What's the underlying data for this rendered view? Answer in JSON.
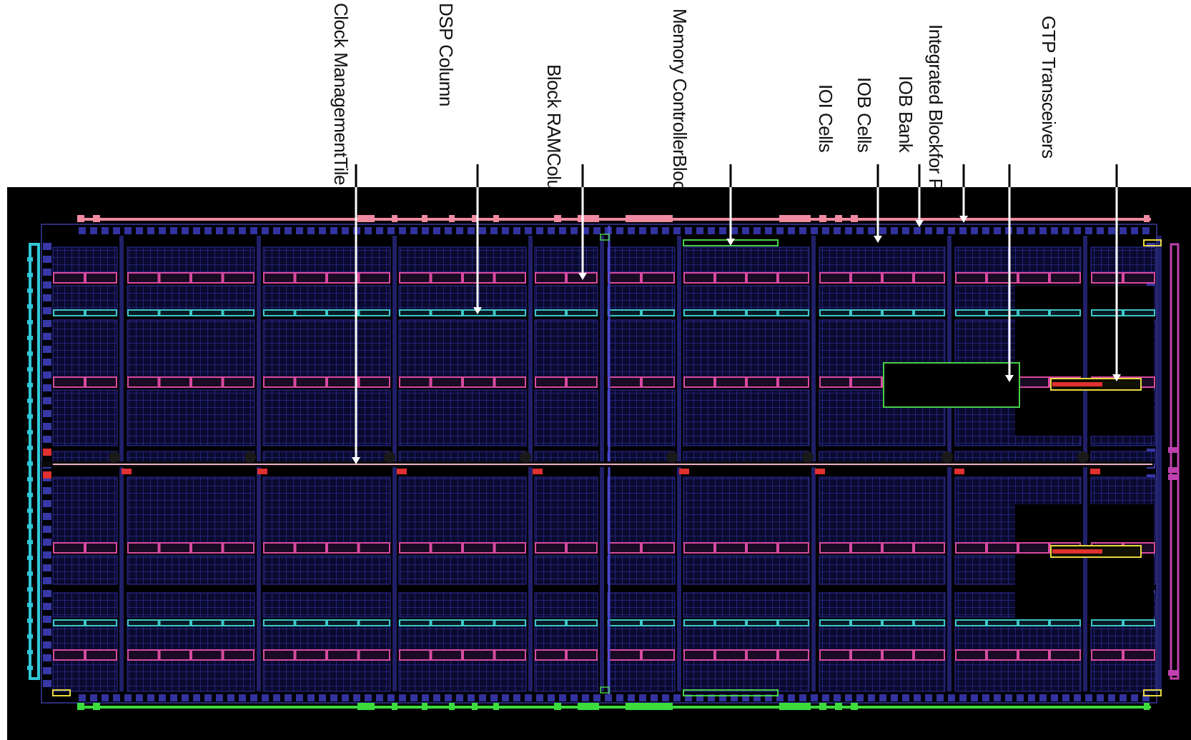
{
  "labels": {
    "clock": [
      "Clock Management",
      "Tile Column"
    ],
    "dsp": [
      "DSP Column"
    ],
    "bram": [
      "Block RAM",
      "Column"
    ],
    "mcb": [
      "Memory Controller",
      "Block"
    ],
    "ioi": [
      "IOI Cells"
    ],
    "iob_cells": [
      "IOB Cells"
    ],
    "iob_bank": [
      "IOB Bank"
    ],
    "pcie": [
      "Integrated Block",
      "for PCI Express"
    ],
    "gtp": [
      "GTP Transceivers"
    ]
  },
  "colors": {
    "background": "#ffffff",
    "die": "#000000",
    "grid": "#2c2ca8",
    "grid_dense": "#3333b8",
    "bram_row": "#d84aa0",
    "dsp_row": "#3cc8c8",
    "io_green": "#3ddc3d",
    "io_pink": "#f08aa0",
    "left_bar": "#30c8d8",
    "right_bar": "#c040b0",
    "clock_line": "#f0b0c8",
    "mcb_green": "#48d048",
    "arrow": "#ffffff",
    "yellow_pad": "#e8d840",
    "red_tile": "#e03030"
  }
}
